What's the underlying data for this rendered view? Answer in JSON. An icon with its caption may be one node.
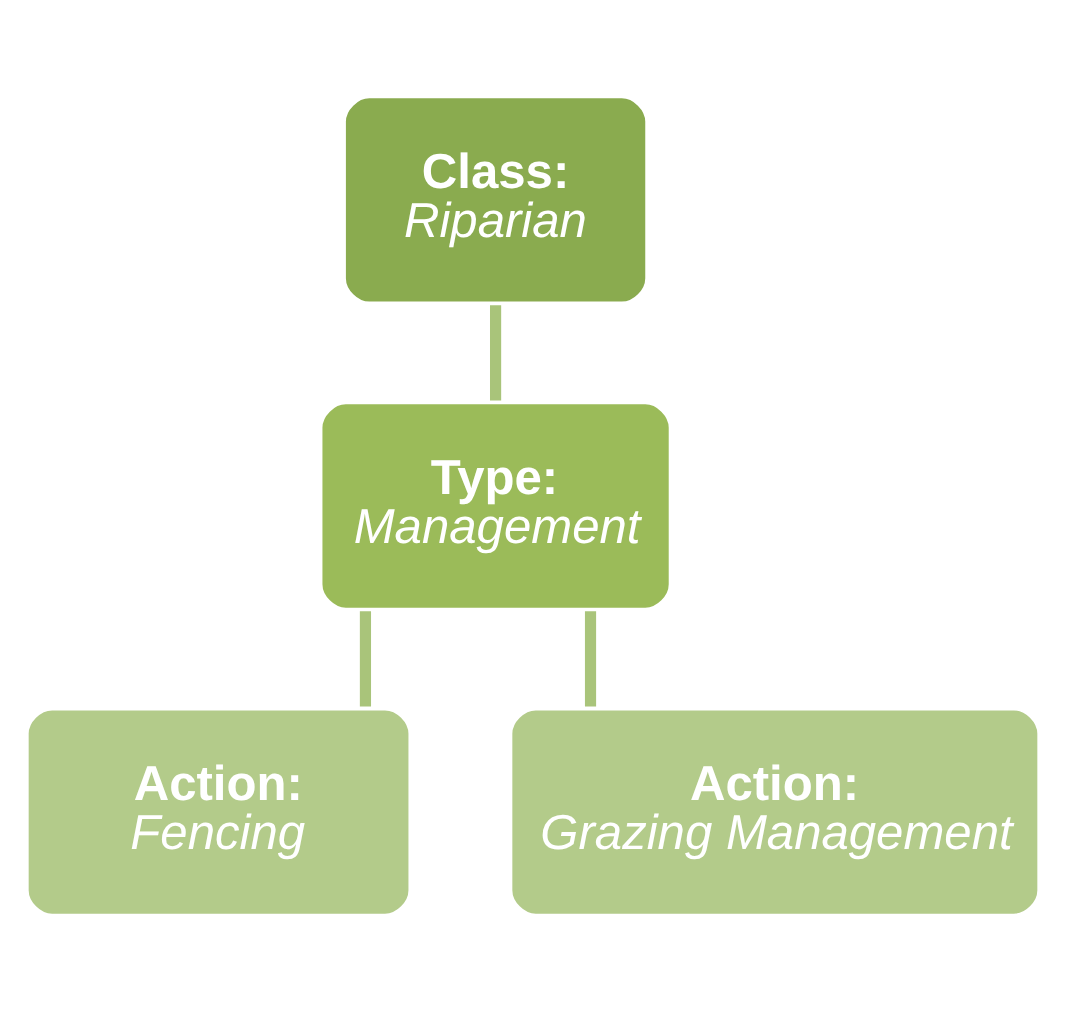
{
  "diagram": {
    "nodes": [
      {
        "text": [
          "Class:",
          "Riparian"
        ]
      },
      {
        "text": [
          "Type:",
          "Management"
        ]
      },
      {
        "text": [
          "Action:",
          "Fencing"
        ]
      },
      {
        "text": [
          "Action:",
          "Grazing Management"
        ]
      }
    ],
    "edges": [
      {
        "from": 0,
        "to": 1,
        "arrow": "none"
      },
      {
        "from": 1,
        "to": 2,
        "arrow": "none"
      },
      {
        "from": 1,
        "to": 3,
        "arrow": "none"
      }
    ]
  }
}
